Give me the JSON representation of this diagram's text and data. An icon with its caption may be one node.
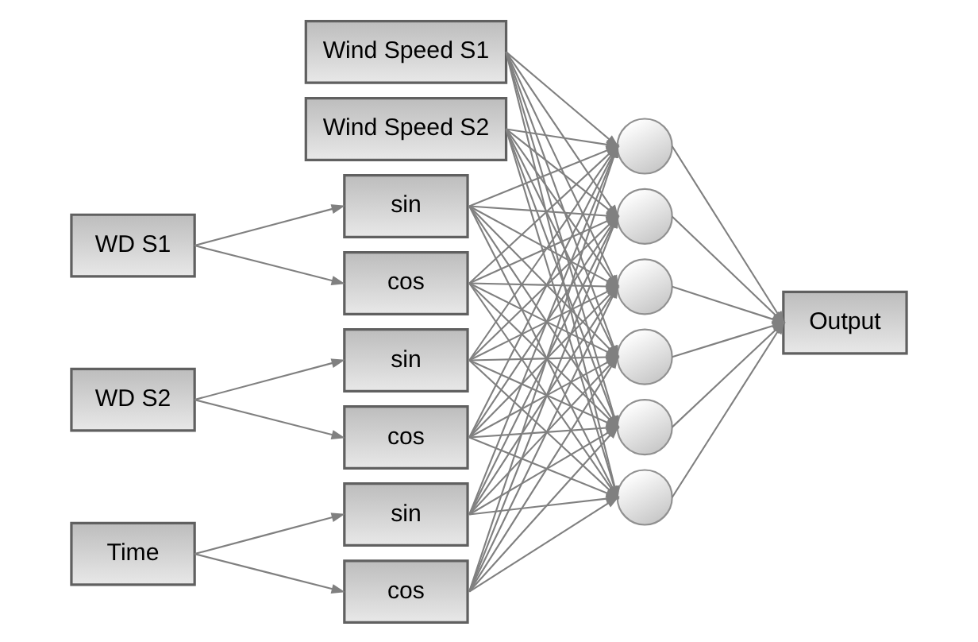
{
  "diagram": {
    "nodes": [
      {
        "text": [
          "Wind Speed S1"
        ]
      },
      {
        "text": [
          "Wind Speed S2"
        ]
      },
      {
        "text": [
          "WD S1"
        ]
      },
      {
        "text": [
          "sin"
        ]
      },
      {
        "text": [
          "cos"
        ]
      },
      {
        "text": [
          "WD S2"
        ]
      },
      {
        "text": [
          "sin"
        ]
      },
      {
        "text": [
          "cos"
        ]
      },
      {
        "text": [
          "Time"
        ]
      },
      {
        "text": [
          "sin"
        ]
      },
      {
        "text": [
          "cos"
        ]
      },
      {
        "text": [],
        "shape": "circle"
      },
      {
        "text": [],
        "shape": "circle"
      },
      {
        "text": [],
        "shape": "circle"
      },
      {
        "text": [],
        "shape": "circle"
      },
      {
        "text": [],
        "shape": "circle"
      },
      {
        "text": [],
        "shape": "circle"
      },
      {
        "text": [
          "Output"
        ]
      }
    ],
    "edges": [
      {
        "from": 2,
        "to": 3,
        "arrow": "to"
      },
      {
        "from": 2,
        "to": 4,
        "arrow": "to"
      },
      {
        "from": 5,
        "to": 6,
        "arrow": "to"
      },
      {
        "from": 5,
        "to": 7,
        "arrow": "to"
      },
      {
        "from": 8,
        "to": 9,
        "arrow": "to"
      },
      {
        "from": 8,
        "to": 10,
        "arrow": "to"
      },
      {
        "from": 0,
        "to": 11,
        "arrow": "to"
      },
      {
        "from": 0,
        "to": 12,
        "arrow": "to"
      },
      {
        "from": 0,
        "to": 13,
        "arrow": "to"
      },
      {
        "from": 0,
        "to": 14,
        "arrow": "to"
      },
      {
        "from": 0,
        "to": 15,
        "arrow": "to"
      },
      {
        "from": 0,
        "to": 16,
        "arrow": "to"
      },
      {
        "from": 1,
        "to": 11,
        "arrow": "to"
      },
      {
        "from": 1,
        "to": 12,
        "arrow": "to"
      },
      {
        "from": 1,
        "to": 13,
        "arrow": "to"
      },
      {
        "from": 1,
        "to": 14,
        "arrow": "to"
      },
      {
        "from": 1,
        "to": 15,
        "arrow": "to"
      },
      {
        "from": 1,
        "to": 16,
        "arrow": "to"
      },
      {
        "from": 3,
        "to": 11,
        "arrow": "to"
      },
      {
        "from": 3,
        "to": 12,
        "arrow": "to"
      },
      {
        "from": 3,
        "to": 13,
        "arrow": "to"
      },
      {
        "from": 3,
        "to": 14,
        "arrow": "to"
      },
      {
        "from": 3,
        "to": 15,
        "arrow": "to"
      },
      {
        "from": 3,
        "to": 16,
        "arrow": "to"
      },
      {
        "from": 4,
        "to": 11,
        "arrow": "to"
      },
      {
        "from": 4,
        "to": 12,
        "arrow": "to"
      },
      {
        "from": 4,
        "to": 13,
        "arrow": "to"
      },
      {
        "from": 4,
        "to": 14,
        "arrow": "to"
      },
      {
        "from": 4,
        "to": 15,
        "arrow": "to"
      },
      {
        "from": 4,
        "to": 16,
        "arrow": "to"
      },
      {
        "from": 6,
        "to": 11,
        "arrow": "to"
      },
      {
        "from": 6,
        "to": 12,
        "arrow": "to"
      },
      {
        "from": 6,
        "to": 13,
        "arrow": "to"
      },
      {
        "from": 6,
        "to": 14,
        "arrow": "to"
      },
      {
        "from": 6,
        "to": 15,
        "arrow": "to"
      },
      {
        "from": 6,
        "to": 16,
        "arrow": "to"
      },
      {
        "from": 7,
        "to": 11,
        "arrow": "to"
      },
      {
        "from": 7,
        "to": 12,
        "arrow": "to"
      },
      {
        "from": 7,
        "to": 13,
        "arrow": "to"
      },
      {
        "from": 7,
        "to": 14,
        "arrow": "to"
      },
      {
        "from": 7,
        "to": 15,
        "arrow": "to"
      },
      {
        "from": 7,
        "to": 16,
        "arrow": "to"
      },
      {
        "from": 9,
        "to": 11,
        "arrow": "to"
      },
      {
        "from": 9,
        "to": 12,
        "arrow": "to"
      },
      {
        "from": 9,
        "to": 13,
        "arrow": "to"
      },
      {
        "from": 9,
        "to": 14,
        "arrow": "to"
      },
      {
        "from": 9,
        "to": 15,
        "arrow": "to"
      },
      {
        "from": 9,
        "to": 16,
        "arrow": "to"
      },
      {
        "from": 10,
        "to": 11,
        "arrow": "to"
      },
      {
        "from": 10,
        "to": 12,
        "arrow": "to"
      },
      {
        "from": 10,
        "to": 13,
        "arrow": "to"
      },
      {
        "from": 10,
        "to": 14,
        "arrow": "to"
      },
      {
        "from": 10,
        "to": 15,
        "arrow": "to"
      },
      {
        "from": 10,
        "to": 16,
        "arrow": "to"
      },
      {
        "from": 11,
        "to": 17,
        "arrow": "to"
      },
      {
        "from": 12,
        "to": 17,
        "arrow": "to"
      },
      {
        "from": 13,
        "to": 17,
        "arrow": "to"
      },
      {
        "from": 14,
        "to": 17,
        "arrow": "to"
      },
      {
        "from": 15,
        "to": 17,
        "arrow": "to"
      },
      {
        "from": 16,
        "to": 17,
        "arrow": "to"
      }
    ]
  }
}
